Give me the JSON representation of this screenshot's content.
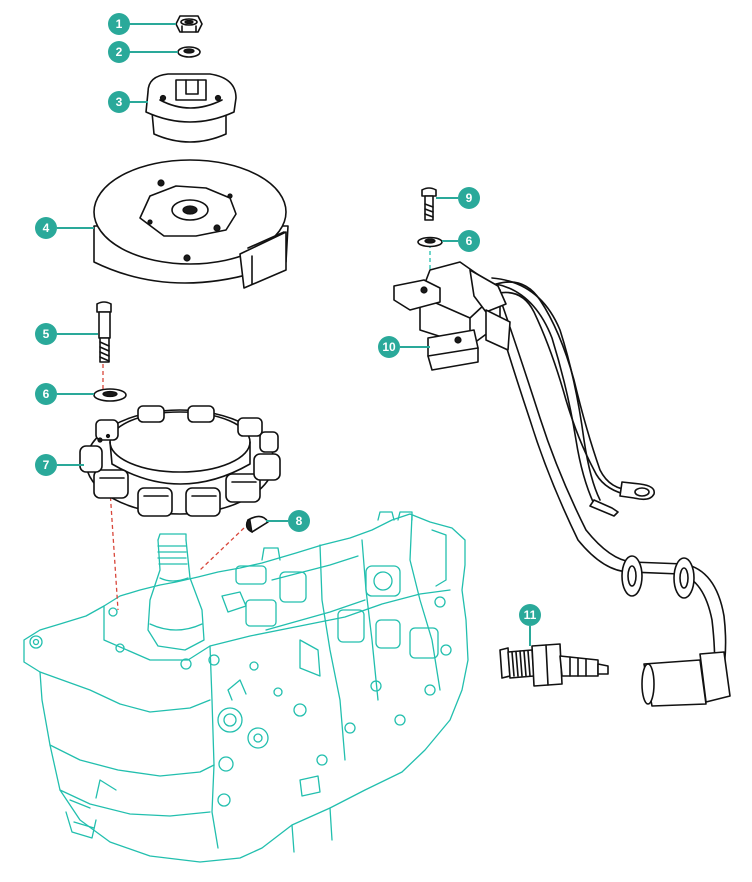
{
  "colors": {
    "callout": "#2aa99a",
    "engine_outline": "#22bfae",
    "alignment_dash": "#d8463a",
    "part_outline": "#111111"
  },
  "callouts": [
    {
      "id": "c1",
      "label": "1",
      "part": "nut"
    },
    {
      "id": "c2",
      "label": "2",
      "part": "washer"
    },
    {
      "id": "c3",
      "label": "3",
      "part": "starter-cup"
    },
    {
      "id": "c4",
      "label": "4",
      "part": "flywheel"
    },
    {
      "id": "c5",
      "label": "5",
      "part": "stator-bolt"
    },
    {
      "id": "c6a",
      "label": "6",
      "part": "stator-washer"
    },
    {
      "id": "c7",
      "label": "7",
      "part": "stator"
    },
    {
      "id": "c8",
      "label": "8",
      "part": "woodruff-key"
    },
    {
      "id": "c9",
      "label": "9",
      "part": "coil-bolt"
    },
    {
      "id": "c6b",
      "label": "6",
      "part": "coil-washer"
    },
    {
      "id": "c10",
      "label": "10",
      "part": "ignition-coil"
    },
    {
      "id": "c11",
      "label": "11",
      "part": "spark-plug"
    }
  ]
}
